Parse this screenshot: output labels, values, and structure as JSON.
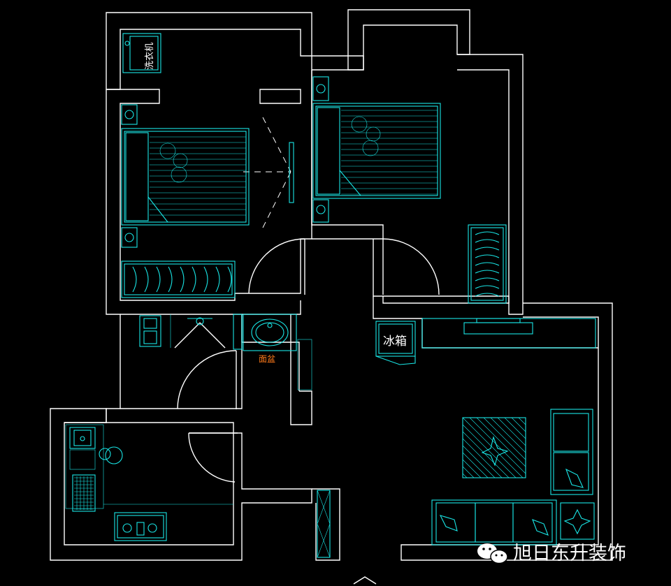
{
  "labels": {
    "washer": "洗衣机",
    "fridge": "冰箱",
    "basin": "面盆"
  },
  "watermark": {
    "text": "旭日东升装饰",
    "icon": "wechat-icon"
  },
  "colors": {
    "background": "#000000",
    "walls": "#ffffff",
    "furniture": "#19e6e6",
    "basin_label": "#ff7a1a"
  }
}
